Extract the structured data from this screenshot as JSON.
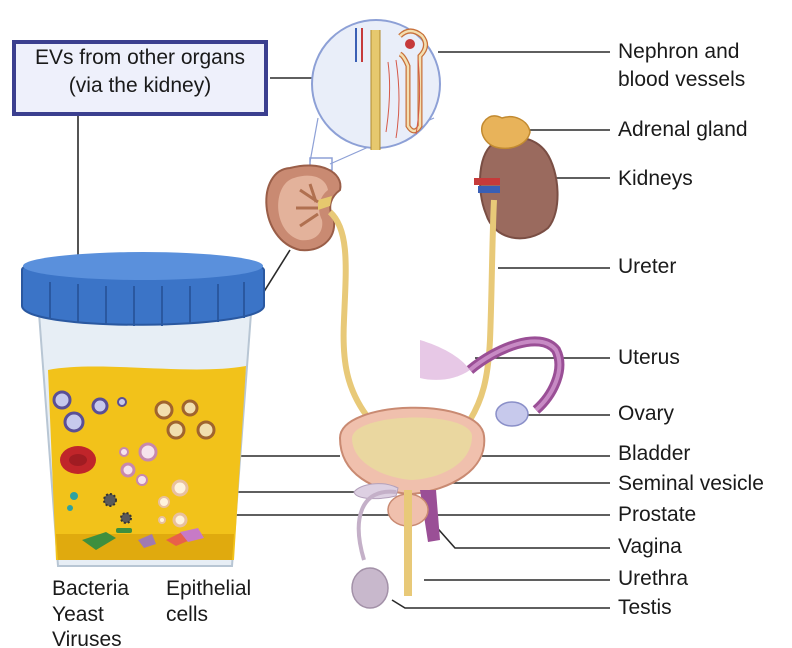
{
  "callout_box": {
    "line1": "EVs from other organs",
    "line2": "(via the kidney)"
  },
  "labels": {
    "nephron_1": "Nephron and",
    "nephron_2": "blood vessels",
    "adrenal": "Adrenal gland",
    "kidneys": "Kidneys",
    "ureter": "Ureter",
    "uterus": "Uterus",
    "ovary": "Ovary",
    "bladder": "Bladder",
    "seminal": "Seminal vesicle",
    "prostate": "Prostate",
    "vagina": "Vagina",
    "urethra": "Urethra",
    "testis": "Testis"
  },
  "bottom_left": {
    "l1": "Bacteria",
    "l2": "Yeast",
    "l3": "Viruses"
  },
  "bottom_mid": {
    "l1": "Epithelial",
    "l2": "cells"
  },
  "colors": {
    "cup_lid": "#3b74c7",
    "urine": "#f2c21a",
    "kidney": "#c98a72",
    "ureter": "#e8c978",
    "bladder": "#f0c0ad",
    "uterus": "#9a4f96",
    "callout_border": "#3b3f8f"
  }
}
